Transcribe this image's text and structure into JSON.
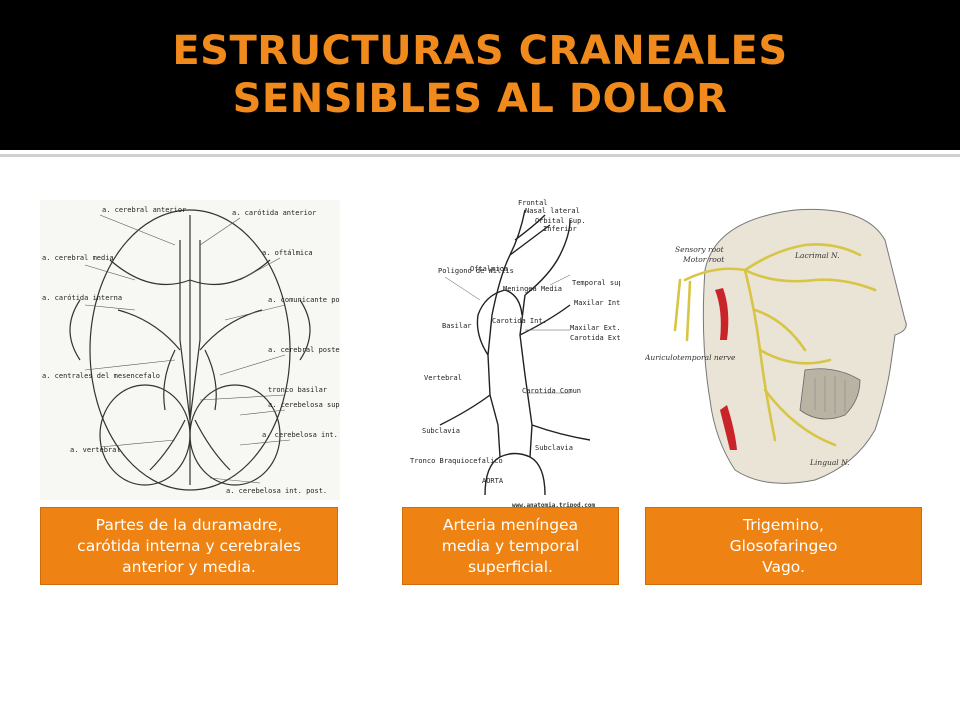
{
  "slide": {
    "title": "ESTRUCTURAS CRANEALES SENSIBLES AL DOLOR",
    "colors": {
      "header_bg": "#000000",
      "title": "#f08a1c",
      "caption_bg": "#ee8212",
      "caption_text": "#ffffff"
    }
  },
  "figures": {
    "brain_base": {
      "labels": [
        "a. cerebral anterior",
        "a. carótida anterior",
        "a. cerebral media",
        "a. oftálmica",
        "a. carótida interna",
        "a. comunicante posterior",
        "a. centrales del mesencefalo",
        "a. cerebral posterior",
        "tronco basilar",
        "a. cerebelosa sup.",
        "a. vertebral",
        "a. cerebelosa int. ant.",
        "a. cerebelosa int. post."
      ]
    },
    "arteries": {
      "labels": [
        "Frontal",
        "Nasal lateral",
        "Orbital Sup.",
        "Inferior",
        "Poligono de Willis",
        "Oftalmica",
        "Meningea Media",
        "Temporal superficial",
        "Maxilar Int.",
        "Carotida Int.",
        "Basilar",
        "Maxilar Ext.",
        "Carotida Ext.",
        "Vertebral",
        "Carotida Comun",
        "Subclavia",
        "Tronco Braquiocefalico",
        "Subclavia",
        "AORTA"
      ],
      "credit": "www.anatomia.tripod.com"
    },
    "nerves": {
      "labels": [
        "Sensory root",
        "Motor root",
        "Lacrimal N.",
        "Auriculotemporal nerve",
        "Lingual N."
      ]
    }
  },
  "captions": [
    "Partes de la duramadre,\ncarótida interna y cerebrales\nanterior y media.",
    "Arteria meníngea\nmedia y temporal\nsuperficial.",
    "Trigemino,\nGlosofaringeo\nVago."
  ]
}
